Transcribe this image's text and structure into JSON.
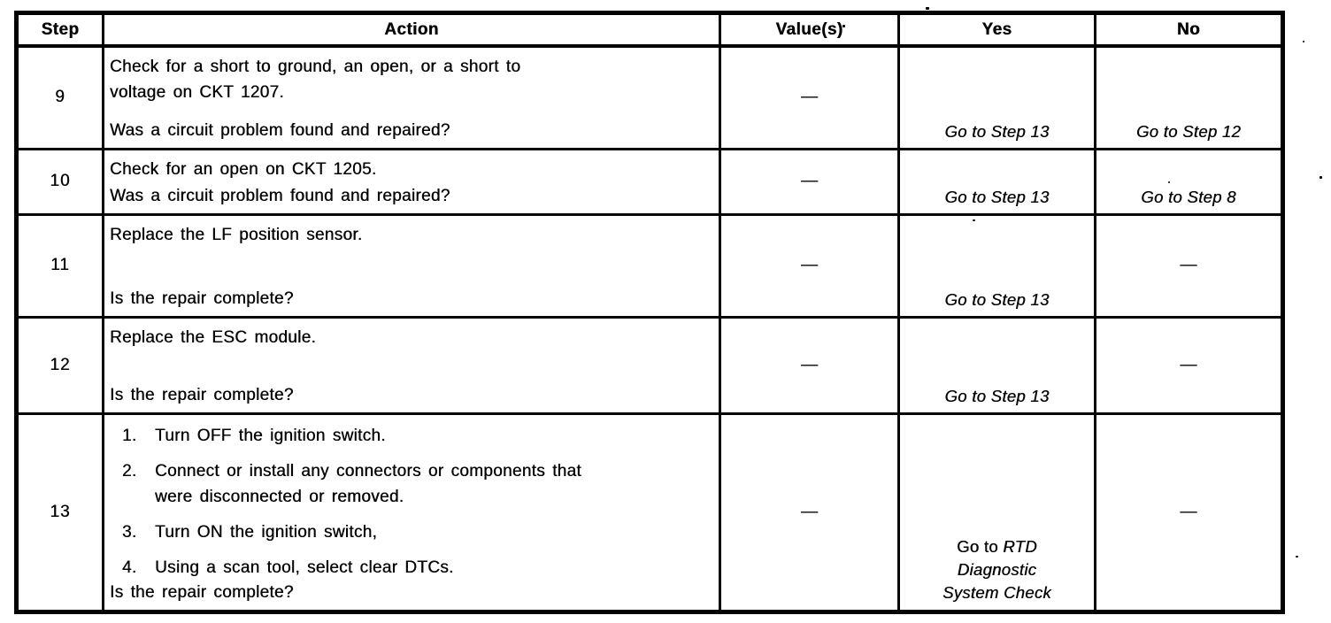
{
  "table": {
    "headers": [
      "Step",
      "Action",
      "Value(s)",
      "Yes",
      "No"
    ],
    "rows": [
      {
        "step": "9",
        "statement_lines": [
          "Check for a short to ground, an open, or a short to",
          "voltage on CKT 1207."
        ],
        "question": "Was a circuit problem found and repaired?",
        "value": "—",
        "yes": "Go to Step 13",
        "no": "Go to Step 12"
      },
      {
        "step": "10",
        "statement_lines": [
          "Check for an open on CKT 1205."
        ],
        "question": "Was a circuit problem found and repaired?",
        "value": "—",
        "yes": "Go to Step 13",
        "no": "Go to Step 8"
      },
      {
        "step": "11",
        "statement_lines": [
          "Replace the LF position sensor."
        ],
        "question": "Is the repair complete?",
        "value": "—",
        "yes": "Go to Step 13",
        "no": "—"
      },
      {
        "step": "12",
        "statement_lines": [
          "Replace the ESC module."
        ],
        "question": "Is the repair complete?",
        "value": "—",
        "yes": "Go to Step 13",
        "no": "—"
      },
      {
        "step": "13",
        "items": [
          {
            "num": "1.",
            "lines": [
              "Turn OFF the ignition switch."
            ]
          },
          {
            "num": "2.",
            "lines": [
              "Connect or install any connectors or components that",
              "were disconnected or removed."
            ]
          },
          {
            "num": "3.",
            "lines": [
              "Turn ON the ignition switch,"
            ]
          },
          {
            "num": "4.",
            "lines": [
              "Using a scan tool, select clear DTCs."
            ]
          }
        ],
        "question": "Is the repair complete?",
        "value": "—",
        "yes_prefix": "Go to ",
        "yes_reference": "RTD Diagnostic System Check",
        "no": "—"
      }
    ]
  }
}
